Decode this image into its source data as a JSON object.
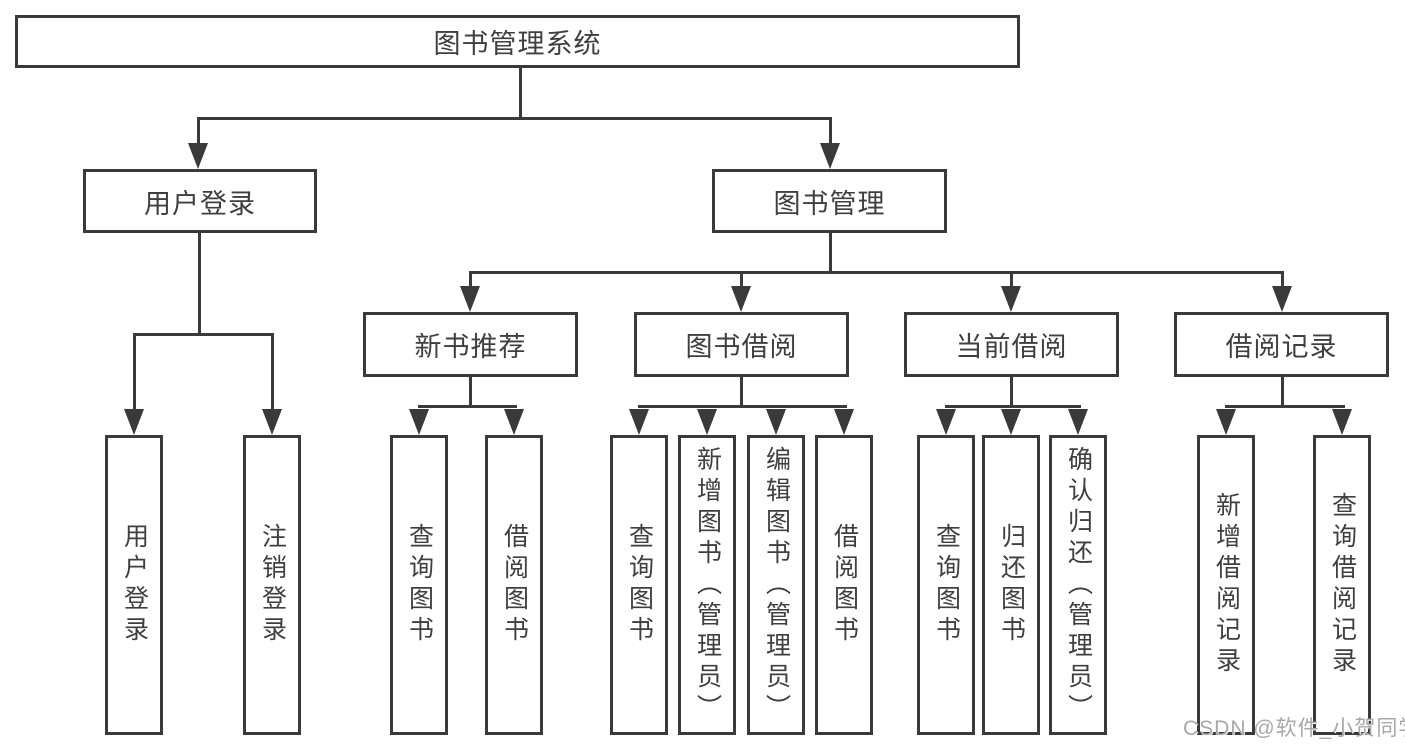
{
  "nodes": {
    "root": "图书管理系统",
    "user_login": "用户登录",
    "book_mgmt": "图书管理",
    "new_book": "新书推荐",
    "book_borrow": "图书借阅",
    "current_borrow": "当前借阅",
    "borrow_record": "借阅记录",
    "leaf_user_login": "用户登录",
    "leaf_logout": "注销登录",
    "leaf_nb_query": "查询图书",
    "leaf_nb_borrow": "借阅图书",
    "leaf_bb_query": "查询图书",
    "leaf_bb_add": "新增图书（管理员）",
    "leaf_bb_edit": "编辑图书（管理员）",
    "leaf_bb_borrow": "借阅图书",
    "leaf_cb_query": "查询图书",
    "leaf_cb_return": "归还图书",
    "leaf_cb_confirm": "确认归还（管理员）",
    "leaf_br_add": "新增借阅记录",
    "leaf_br_query": "查询借阅记录"
  },
  "watermark": {
    "text": "CSDN @软件_小贺同学"
  },
  "colors": {
    "line": "#3a3a3a",
    "text": "#3f3f3f",
    "background": "#ffffff",
    "watermark": "#a8a8a8"
  }
}
